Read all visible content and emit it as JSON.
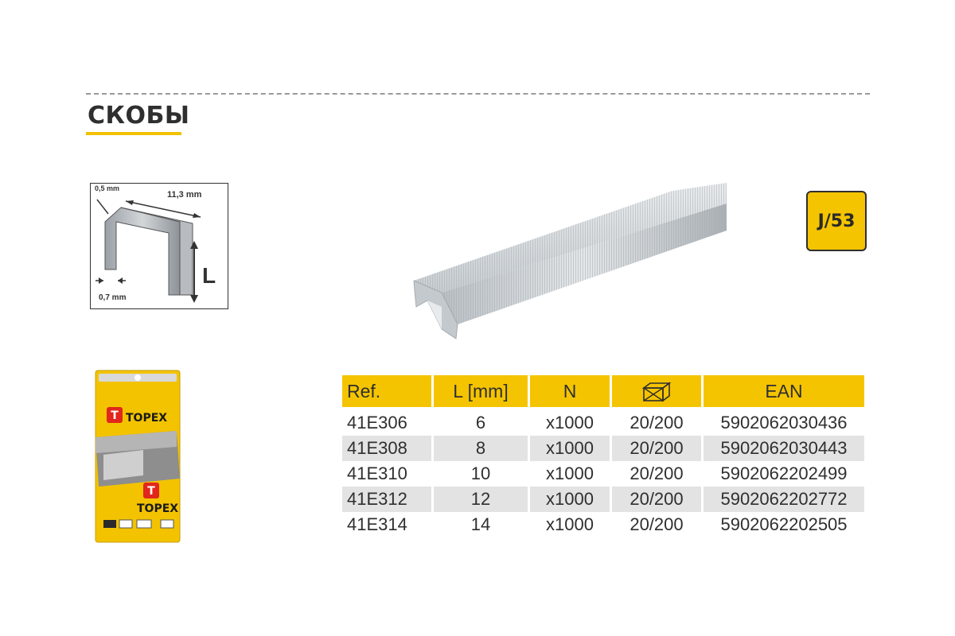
{
  "page": {
    "title": "СКОБЫ",
    "accent_color": "#f5c400"
  },
  "diagram": {
    "width_label": "11,3 mm",
    "thickness_label": "0,5 mm",
    "wire_label": "0,7 mm",
    "length_label": "L"
  },
  "badge": {
    "text": "J/53"
  },
  "package": {
    "brand_top": "TOPEX",
    "brand_bottom": "TOPEX"
  },
  "table": {
    "headers": [
      "Ref.",
      "L [mm]",
      "N",
      "box-icon",
      "EAN"
    ],
    "rows": [
      {
        "ref": "41E306",
        "length": "6",
        "n": "x1000",
        "box": "20/200",
        "ean": "5902062030436"
      },
      {
        "ref": "41E308",
        "length": "8",
        "n": "x1000",
        "box": "20/200",
        "ean": "5902062030443"
      },
      {
        "ref": "41E310",
        "length": "10",
        "n": "x1000",
        "box": "20/200",
        "ean": "5902062202499"
      },
      {
        "ref": "41E312",
        "length": "12",
        "n": "x1000",
        "box": "20/200",
        "ean": "5902062202772"
      },
      {
        "ref": "41E314",
        "length": "14",
        "n": "x1000",
        "box": "20/200",
        "ean": "5902062202505"
      }
    ]
  }
}
